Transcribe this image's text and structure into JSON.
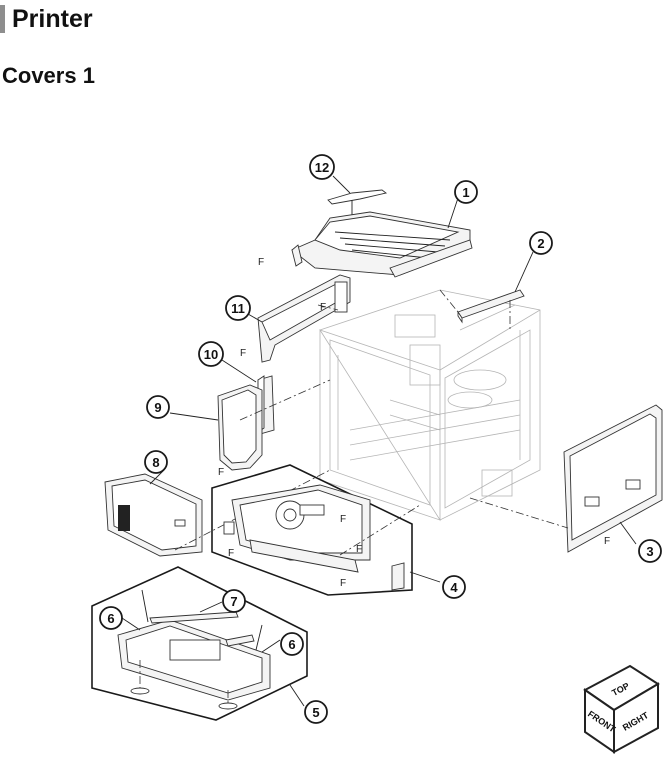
{
  "header": {
    "title": "Printer",
    "section": "Covers 1"
  },
  "callouts": {
    "c1": "1",
    "c2": "2",
    "c3": "3",
    "c4": "4",
    "c5": "5",
    "c6a": "6",
    "c6b": "6",
    "c7": "7",
    "c8": "8",
    "c9": "9",
    "c10": "10",
    "c11": "11",
    "c12": "12"
  },
  "fastener_label": "F",
  "orientation_cube": {
    "top": "TOP",
    "front": "FRONT",
    "right": "RIGHT"
  }
}
